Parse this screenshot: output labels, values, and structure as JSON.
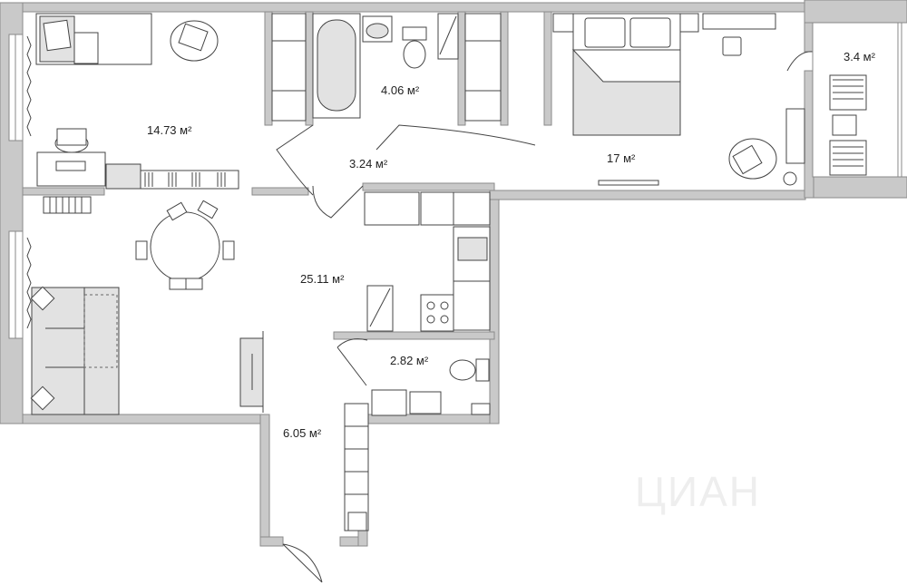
{
  "rooms": [
    {
      "id": "living-room",
      "area": "14.73 м²"
    },
    {
      "id": "bathroom",
      "area": "4.06 м²"
    },
    {
      "id": "hallway-small",
      "area": "3.24 м²"
    },
    {
      "id": "bedroom",
      "area": "17 м²"
    },
    {
      "id": "balcony",
      "area": "3.4 м²"
    },
    {
      "id": "kitchen-living",
      "area": "25.11 м²"
    },
    {
      "id": "wc",
      "area": "2.82 м²"
    },
    {
      "id": "entrance-hall",
      "area": "6.05 м²"
    }
  ],
  "watermark": "ЦИАН"
}
